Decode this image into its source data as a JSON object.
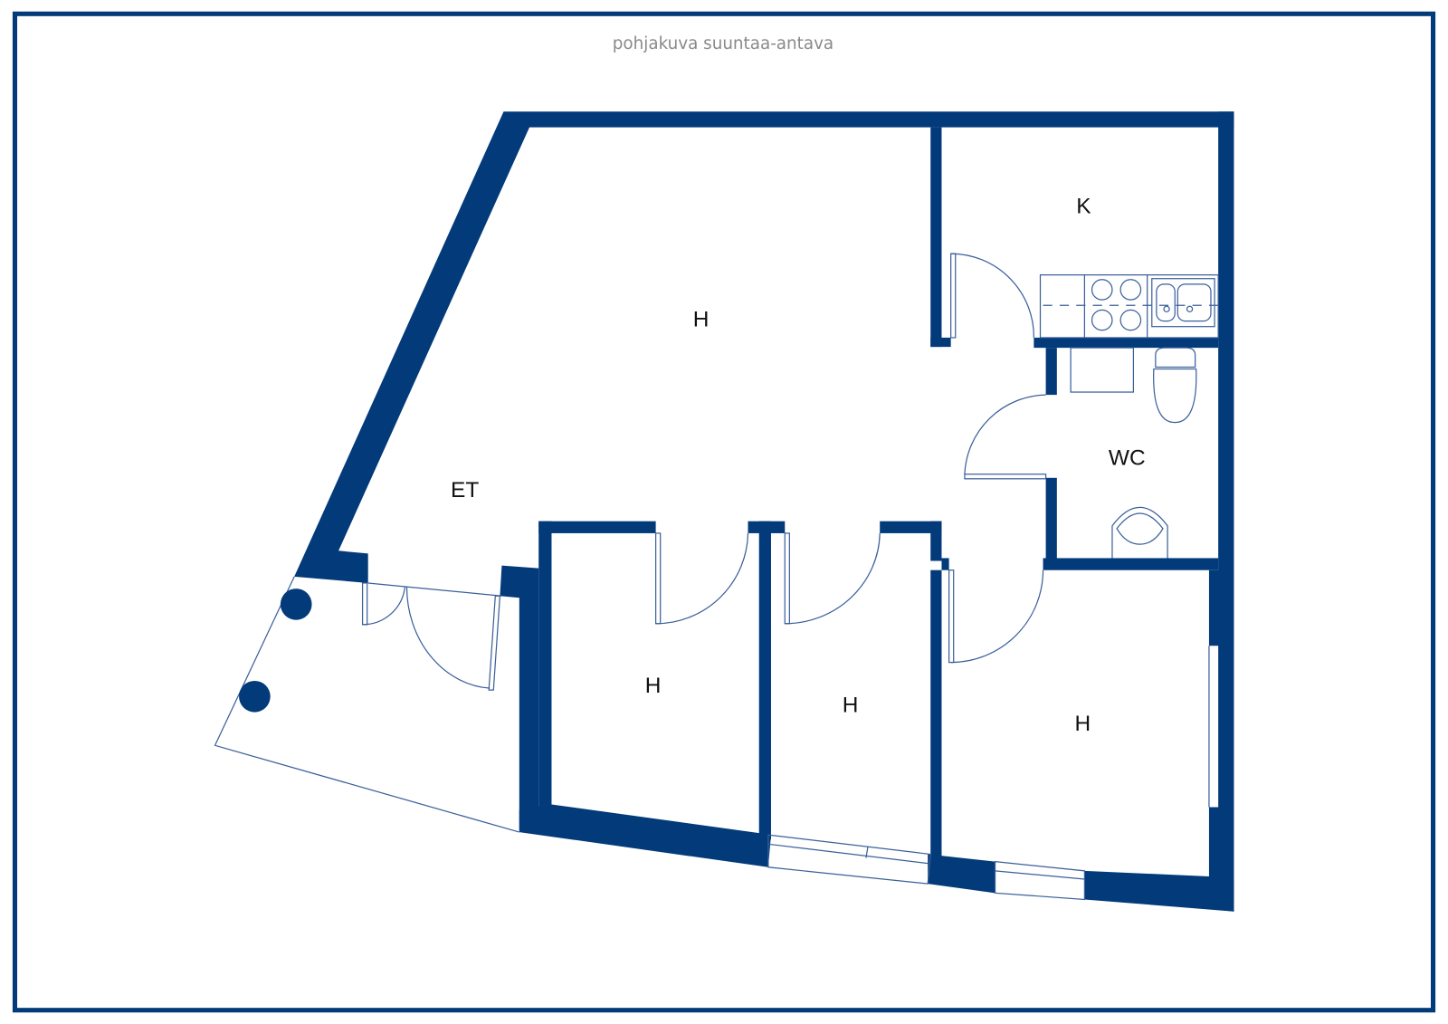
{
  "title": "pohjakuva suuntaa-antava",
  "colors": {
    "wall": "#023a7a",
    "frame": "#023a7a",
    "title": "#8a8a8a"
  },
  "rooms": {
    "living": "H",
    "kitchen": "K",
    "wc": "WC",
    "entrance": "ET",
    "bedroom_1": "H",
    "bedroom_2": "H",
    "bedroom_3": "H"
  }
}
